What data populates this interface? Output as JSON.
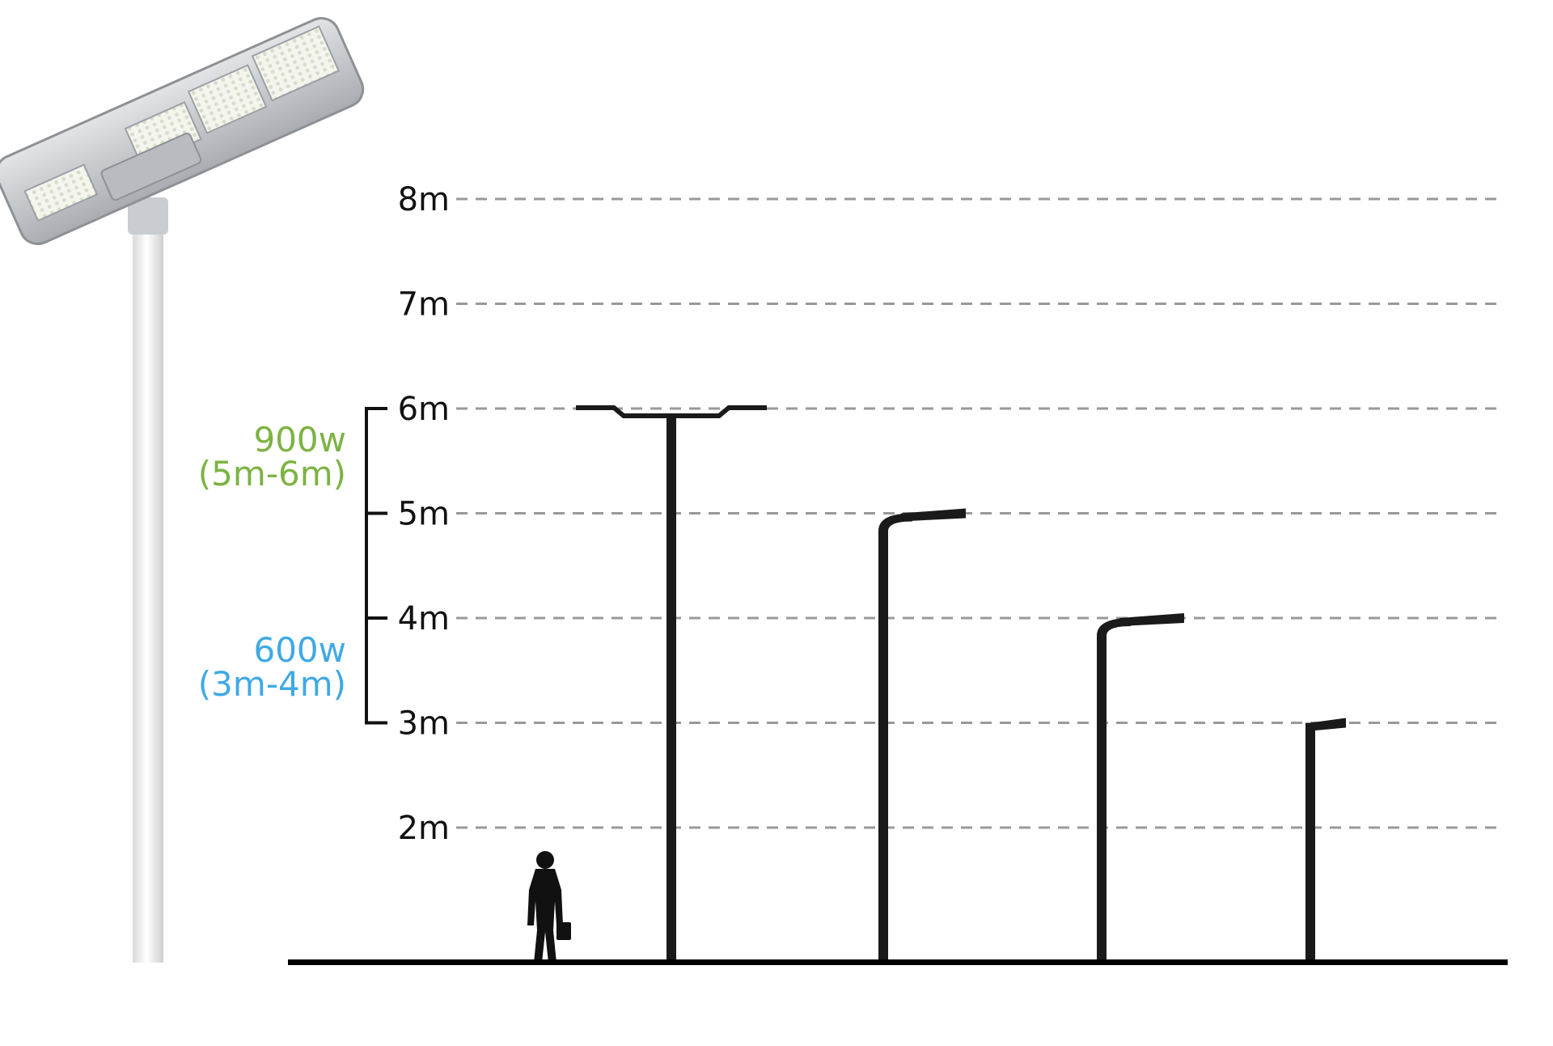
{
  "heights": {
    "unit": "m",
    "levels": [
      {
        "value": 8,
        "label": "8m"
      },
      {
        "value": 7,
        "label": "7m"
      },
      {
        "value": 6,
        "label": "6m"
      },
      {
        "value": 5,
        "label": "5m"
      },
      {
        "value": 4,
        "label": "4m"
      },
      {
        "value": 3,
        "label": "3m"
      },
      {
        "value": 2,
        "label": "2m"
      }
    ],
    "gridline_style": "dashed",
    "gridline_color": "#999999"
  },
  "wattage_bands": [
    {
      "watts": "900w",
      "range": "(5m-6m)",
      "min": 5,
      "max": 6,
      "color": "#7cb342"
    },
    {
      "watts": "600w",
      "range": "(3m-4m)",
      "min": 3,
      "max": 4,
      "color": "#3fa9e6"
    }
  ],
  "poles": [
    {
      "type": "double-arm",
      "height": 6
    },
    {
      "type": "single-arm",
      "height": 5
    },
    {
      "type": "single-arm",
      "height": 4
    },
    {
      "type": "single-arm",
      "height": 3
    }
  ],
  "figures": {
    "person": "person-with-briefcase-silhouette",
    "product": "solar-street-light-icon"
  },
  "colors": {
    "ground": "#000000",
    "pole": "#1a1a1a",
    "text": "#111111"
  }
}
